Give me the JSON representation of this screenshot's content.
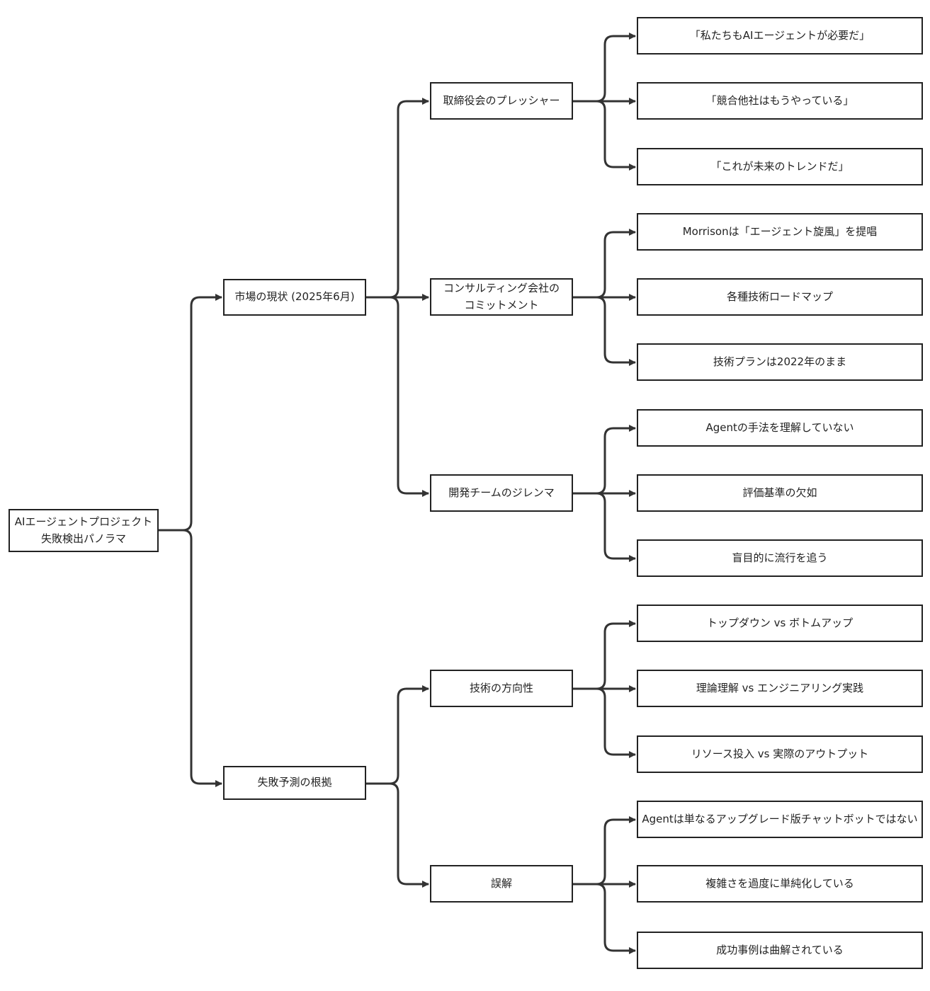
{
  "root": {
    "label": "AIエージェントプロジェクト\n失敗検出パノラマ"
  },
  "branches": [
    {
      "label": "市場の現状 (2025年6月)",
      "children": [
        {
          "label": "取締役会のプレッシャー",
          "leaves": [
            "「私たちもAIエージェントが必要だ」",
            "「競合他社はもうやっている」",
            "「これが未来のトレンドだ」"
          ]
        },
        {
          "label": "コンサルティング会社の\nコミットメント",
          "leaves": [
            "Morrisonは「エージェント旋風」を提唱",
            "各種技術ロードマップ",
            "技術プランは2022年のまま"
          ]
        },
        {
          "label": "開発チームのジレンマ",
          "leaves": [
            "Agentの手法を理解していない",
            "評価基準の欠如",
            "盲目的に流行を追う"
          ]
        }
      ]
    },
    {
      "label": "失敗予測の根拠",
      "children": [
        {
          "label": "技術の方向性",
          "leaves": [
            "トップダウン vs ボトムアップ",
            "理論理解 vs エンジニアリング実践",
            "リソース投入 vs 実際のアウトプット"
          ]
        },
        {
          "label": "誤解",
          "leaves": [
            "Agentは単なるアップグレード版チャットボットではない",
            "複雑さを過度に単純化している",
            "成功事例は曲解されている"
          ]
        }
      ]
    }
  ]
}
